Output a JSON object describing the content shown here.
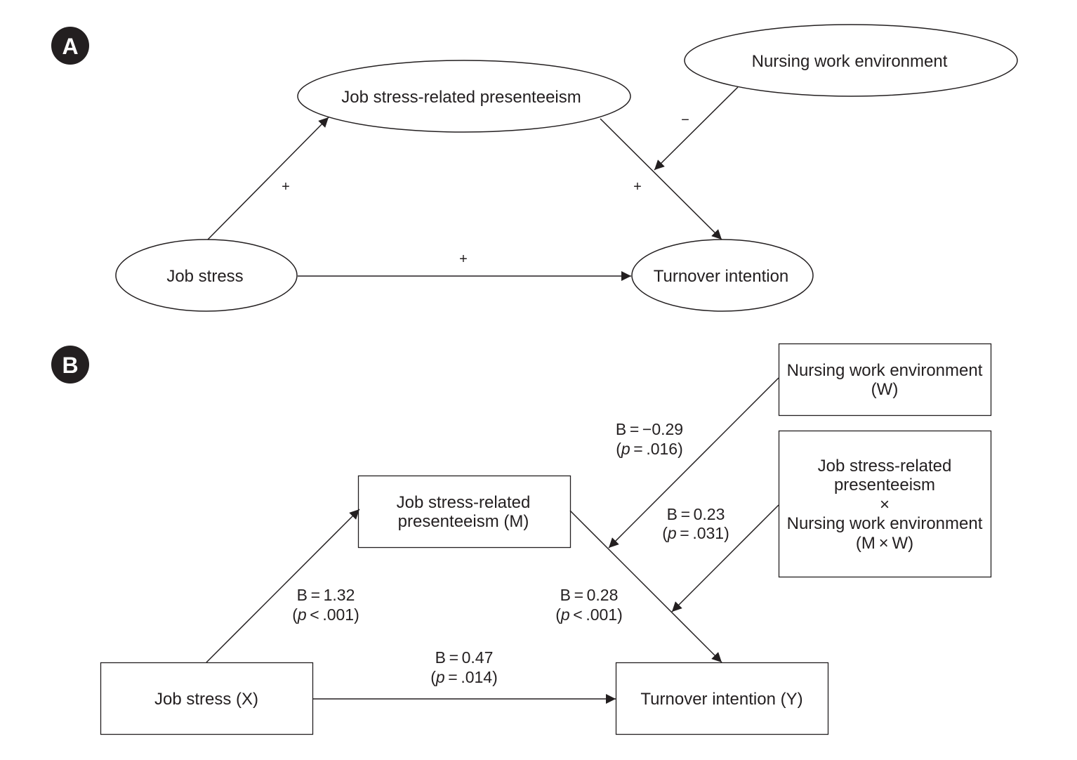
{
  "panel_a": {
    "letter": "A",
    "nodes": {
      "nursing_env": "Nursing work environment",
      "presenteeism": "Job stress-related presenteeism",
      "job_stress": "Job stress",
      "turnover": "Turnover intention"
    },
    "signs": {
      "x_to_m": "+",
      "m_to_y": "+",
      "x_to_y": "+",
      "w_moderation": "−"
    }
  },
  "panel_b": {
    "letter": "B",
    "nodes": {
      "nursing_env": [
        "Nursing work environment",
        "(W)"
      ],
      "interaction": [
        "Job stress-related",
        "presenteeism",
        "×",
        "Nursing work environment",
        "(M × W)"
      ],
      "presenteeism": [
        "Job stress-related",
        "presenteeism (M)"
      ],
      "job_stress": "Job stress (X)",
      "turnover": "Turnover intention (Y)"
    },
    "paths": {
      "w_to_m": {
        "b": "B = −0.29",
        "p_italic": "p",
        "p_rest": " = .016"
      },
      "mw_to_y": {
        "b": "B = 0.23",
        "p_italic": "p",
        "p_rest": " = .031"
      },
      "x_to_m": {
        "b": "B = 1.32",
        "p_italic": "p",
        "p_rest": " < .001"
      },
      "m_to_y": {
        "b": "B = 0.28",
        "p_italic": "p",
        "p_rest": " < .001"
      },
      "x_to_y": {
        "b": "B = 0.47",
        "p_italic": "p",
        "p_rest": " = .014"
      }
    }
  },
  "colors": {
    "ink": "#231f20",
    "background": "#ffffff"
  }
}
